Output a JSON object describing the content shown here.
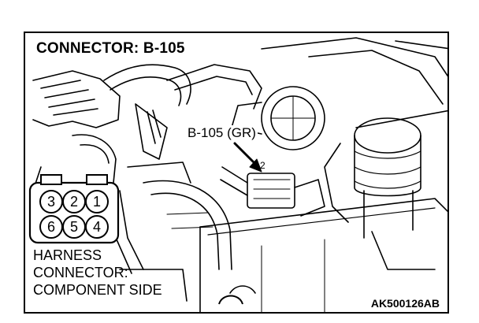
{
  "diagram": {
    "title": "CONNECTOR: B-105",
    "callout_label": "B-105 (GR)",
    "pin_callout_number": "2",
    "connector_pins_top": [
      "3",
      "2",
      "1"
    ],
    "connector_pins_bottom": [
      "6",
      "5",
      "4"
    ],
    "harness_label_lines": [
      "HARNESS",
      "CONNECTOR:",
      "COMPONENT SIDE"
    ],
    "figure_code": "AK500126AB"
  }
}
